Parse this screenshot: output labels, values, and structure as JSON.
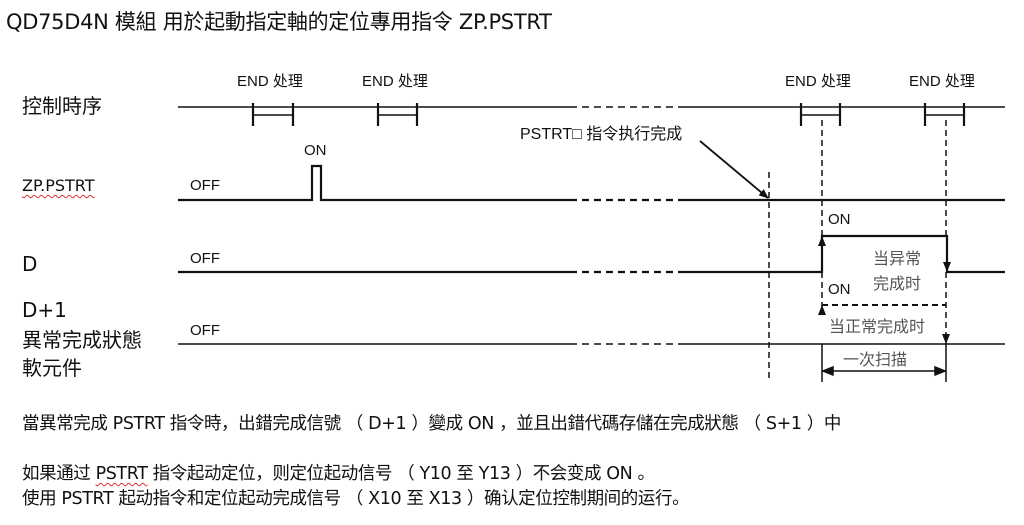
{
  "title": "QD75D4N 模組  用於起動指定軸的定位專用指令  ZP.PSTRT",
  "signals": {
    "control_sequence": {
      "label": "控制時序"
    },
    "zp_pstrt": {
      "label": "ZP.PSTRT",
      "off_label": "OFF",
      "on_label": "ON"
    },
    "d": {
      "label": "D",
      "off_label": "OFF",
      "on_label": "ON"
    },
    "d_plus_1": {
      "label_line1": "D+1",
      "label_line2": "異常完成狀態",
      "label_line3": "軟元件",
      "off_label": "OFF",
      "on_label": "ON"
    }
  },
  "annotations": {
    "end_processing": [
      "END 处理",
      "END 处理",
      "END 处理",
      "END 处理"
    ],
    "instruction_complete": "PSTRT□ 指令执行完成",
    "abnormal_complete_line1": "当异常",
    "abnormal_complete_line2": "完成时",
    "normal_complete": "当正常完成时",
    "one_scan": "一次扫描"
  },
  "notes": {
    "line1": "當異常完成 PSTRT  指令時，出錯完成信號 （ D+1 ）變成 ON ，並且出錯代碼存儲在完成狀態 （ S+1 ）中",
    "line2_prefix": "如果通过 ",
    "line2_pstrt": "PSTRT",
    "line2_suffix": "  指令起动定位，则定位起动信号 （ Y10  至 Y13 ）不会变成 ON 。",
    "line3": "使用 PSTRT  起动指令和定位起动完成信号 （ X10  至 X13 ）确认定位控制期间的运行。"
  }
}
